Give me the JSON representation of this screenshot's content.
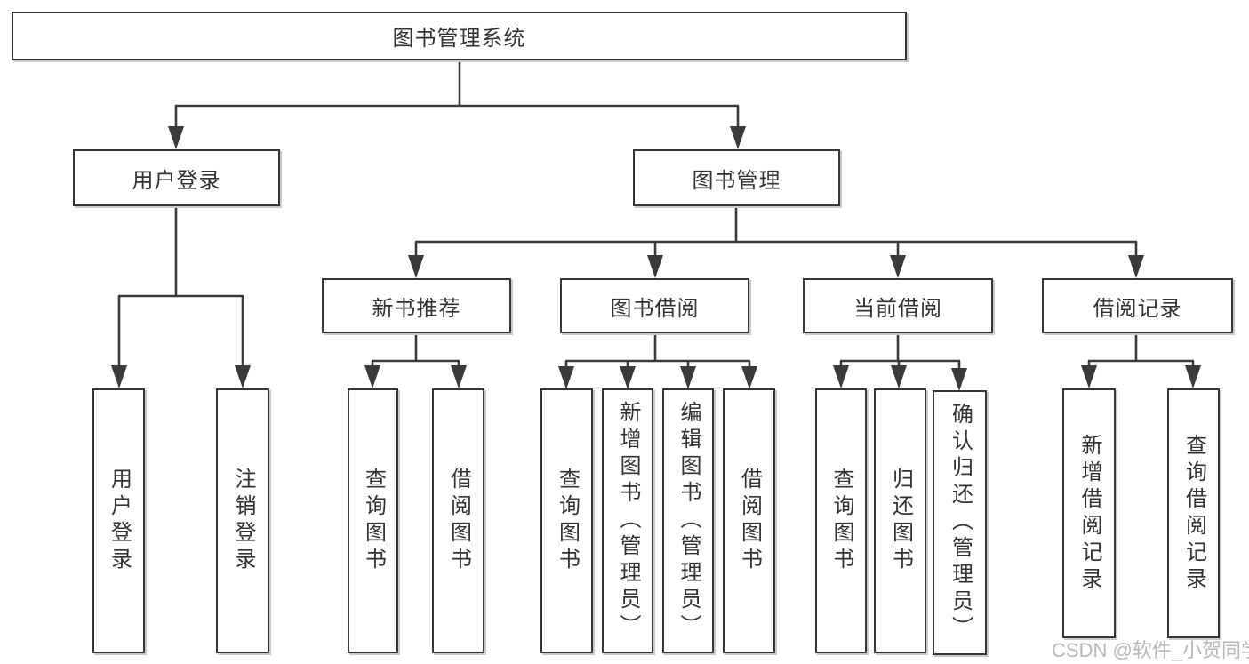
{
  "diagram": {
    "root": {
      "label": "图书管理系统"
    },
    "branches": [
      {
        "label": "用户登录",
        "children": [
          "用户登录",
          "注销登录"
        ]
      },
      {
        "label": "图书管理",
        "groups": [
          {
            "label": "新书推荐",
            "children": [
              "查询图书",
              "借阅图书"
            ]
          },
          {
            "label": "图书借阅",
            "children": [
              "查询图书",
              "新增图书（管理员）",
              "编辑图书（管理员）",
              "借阅图书"
            ]
          },
          {
            "label": "当前借阅",
            "children": [
              "查询图书",
              "归还图书",
              "确认归还（管理员）"
            ]
          },
          {
            "label": "借阅记录",
            "children": [
              "新增借阅记录",
              "查询借阅记录"
            ]
          }
        ]
      }
    ],
    "watermark": "CSDN @软件_小贺同学"
  }
}
